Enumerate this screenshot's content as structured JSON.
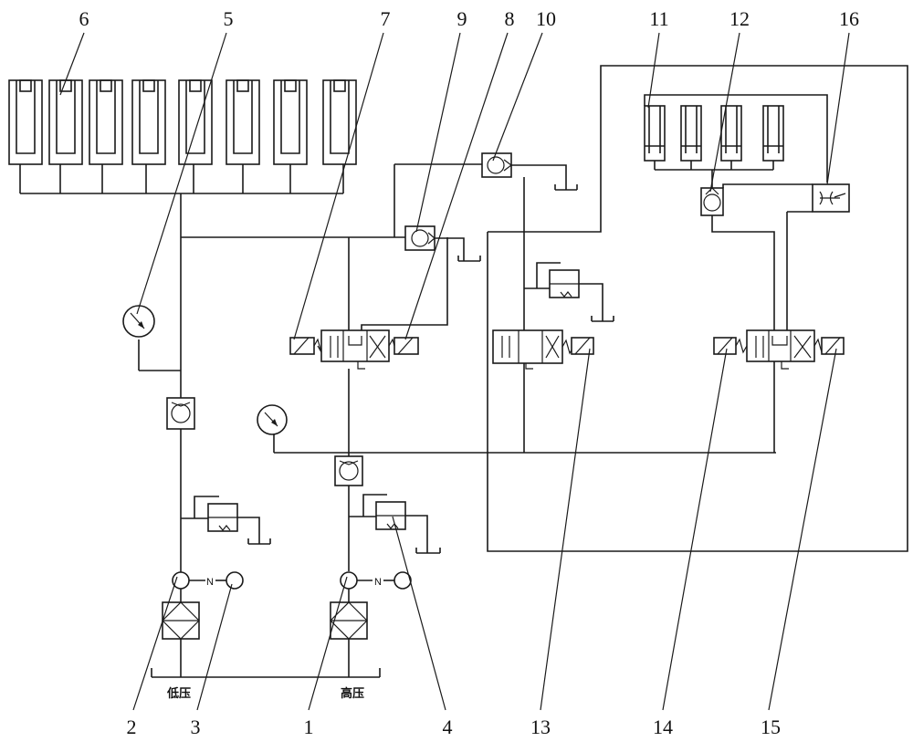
{
  "labels": {
    "n1": "1",
    "n2": "2",
    "n3": "3",
    "n4": "4",
    "n5": "5",
    "n6": "6",
    "n7": "7",
    "n8": "8",
    "n9": "9",
    "n10": "10",
    "n11": "11",
    "n12": "12",
    "n13": "13",
    "n14": "14",
    "n15": "15",
    "n16": "16"
  },
  "text": {
    "low_pressure": "低压",
    "high_pressure": "高压",
    "motor_n_left": "N",
    "motor_n_right": "N"
  }
}
